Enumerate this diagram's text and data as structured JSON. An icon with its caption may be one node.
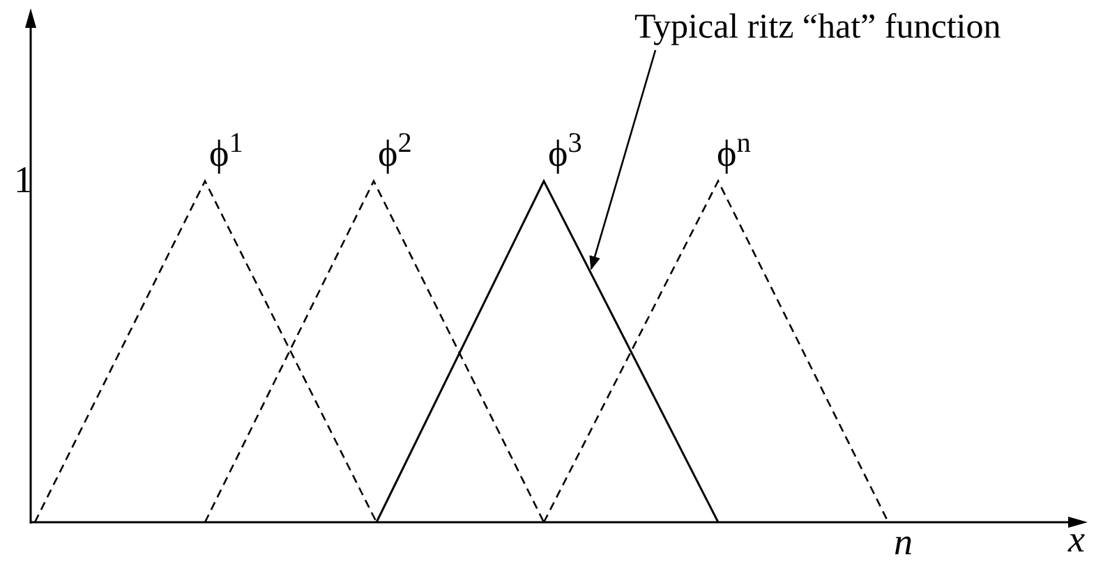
{
  "diagram": {
    "nodes": [
      {
        "text": [
          "Typical ritz “hat” function"
        ]
      },
      {
        "text": [],
        "shape": "picture"
      }
    ],
    "edges": [
      {
        "from": 0,
        "to": 1,
        "arrow": "to"
      }
    ],
    "labels": [
      "ϕ$^{1}$",
      "ϕ$^{2}$",
      "ϕ$^{3}$",
      "ϕ$^{n}$",
      "1",
      "n",
      "x"
    ]
  }
}
